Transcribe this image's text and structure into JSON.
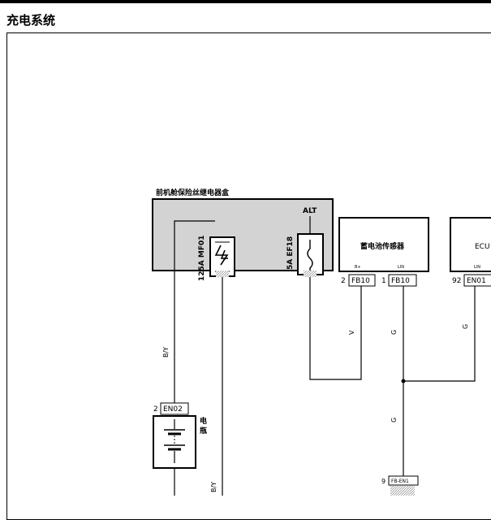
{
  "page_title": "充电系统",
  "fuse_box": {
    "title": "前机舱保险丝继电器盒",
    "fuse_main": "125A MF01",
    "fuse_alt": "5A EF18",
    "alt_label": "ALT"
  },
  "battery_sensor": {
    "title": "蓄电池传感器",
    "pin_bplus": "B+",
    "pin_lin": "LIN",
    "conn1_pin": "2",
    "conn1": "FB10",
    "conn2_pin": "1",
    "conn2": "FB10"
  },
  "ecu": {
    "title": "ECU",
    "pin_lin": "LIN",
    "conn_pin": "92",
    "conn": "EN01"
  },
  "battery": {
    "title_line1": "电",
    "title_line2": "瓶",
    "conn_pin": "2",
    "conn": "EN02"
  },
  "wires": {
    "by_upper": "B/Y",
    "by_lower": "B/Y",
    "v": "V",
    "g1": "G",
    "g2": "G",
    "g3": "G"
  },
  "bottom_connector": {
    "pin": "9",
    "conn": "FB-EN1"
  }
}
